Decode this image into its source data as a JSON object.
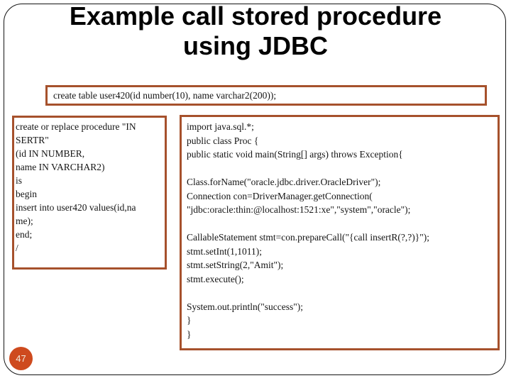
{
  "slide": {
    "title_lines": [
      "Example call stored procedure",
      "using JDBC"
    ],
    "page_number": "47",
    "accent_border_color": "#A6512C",
    "page_badge_color": "#CE4A1E"
  },
  "code_boxes": {
    "create_table": {
      "lines": [
        "create table user420(id number(10), name varchar2(200));"
      ]
    },
    "procedure": {
      "lines": [
        "create or replace procedure \"IN",
        "SERTR\"",
        "(id IN NUMBER,",
        "name IN VARCHAR2)",
        "is",
        "begin",
        "insert into user420 values(id,na",
        "me);",
        "end;",
        "/"
      ]
    },
    "jdbc_program": {
      "lines": [
        "import java.sql.*;",
        "public class Proc {",
        "public static void main(String[] args) throws Exception{",
        "",
        "Class.forName(\"oracle.jdbc.driver.OracleDriver\");",
        "Connection con=DriverManager.getConnection(",
        "\"jdbc:oracle:thin:@localhost:1521:xe\",\"system\",\"oracle\");",
        "",
        "CallableStatement stmt=con.prepareCall(\"{call insertR(?,?)}\");",
        "stmt.setInt(1,1011);",
        "stmt.setString(2,\"Amit\");",
        "stmt.execute();",
        "",
        "System.out.println(\"success\");",
        "}",
        "}"
      ]
    }
  }
}
